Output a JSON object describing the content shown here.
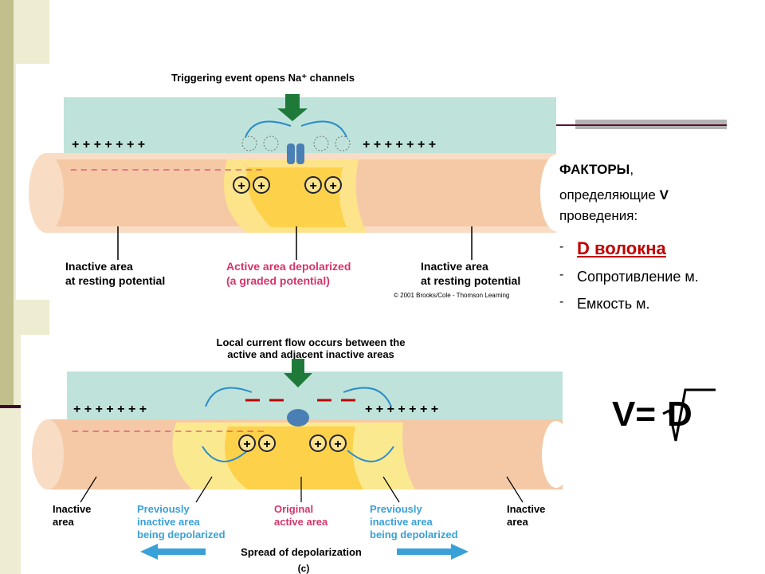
{
  "slide": {
    "colors": {
      "side_band": "#eeecd1",
      "accent_line": "#5b1232",
      "red": "#c00000"
    }
  },
  "figure_top": {
    "title": "Triggering event opens Na⁺ channels",
    "plus_row": "+ + + + + + +",
    "minus_row": "− − − − − − − − − − − − − − − − − − −",
    "label_left": [
      "Inactive area",
      "at resting potential"
    ],
    "label_center": [
      "Active area depolarized",
      "(a graded potential)"
    ],
    "label_right": [
      "Inactive area",
      "at resting potential"
    ],
    "copyright": "© 2001 Brooks/Cole - Thomson Learning"
  },
  "figure_bottom": {
    "title": [
      "Local current flow occurs between the",
      "active and adjacent inactive areas"
    ],
    "label_inactive": [
      "Inactive",
      "area"
    ],
    "label_previously": [
      "Previously",
      "inactive area",
      "being depolarized"
    ],
    "label_original": [
      "Original",
      "active area"
    ],
    "spread": "Spread of depolarization",
    "panel": "(c)"
  },
  "factors": {
    "title_bold": "ФАКТОРЫ",
    "title_rest": ",",
    "line2": "определяющие",
    "line2_bold": "V",
    "line3": "проведения:",
    "items": [
      "D волокна",
      "Сопротивление м.",
      "Емкость м."
    ],
    "dash": "-"
  },
  "formula": {
    "lhs": "V=",
    "rhs": "D"
  }
}
